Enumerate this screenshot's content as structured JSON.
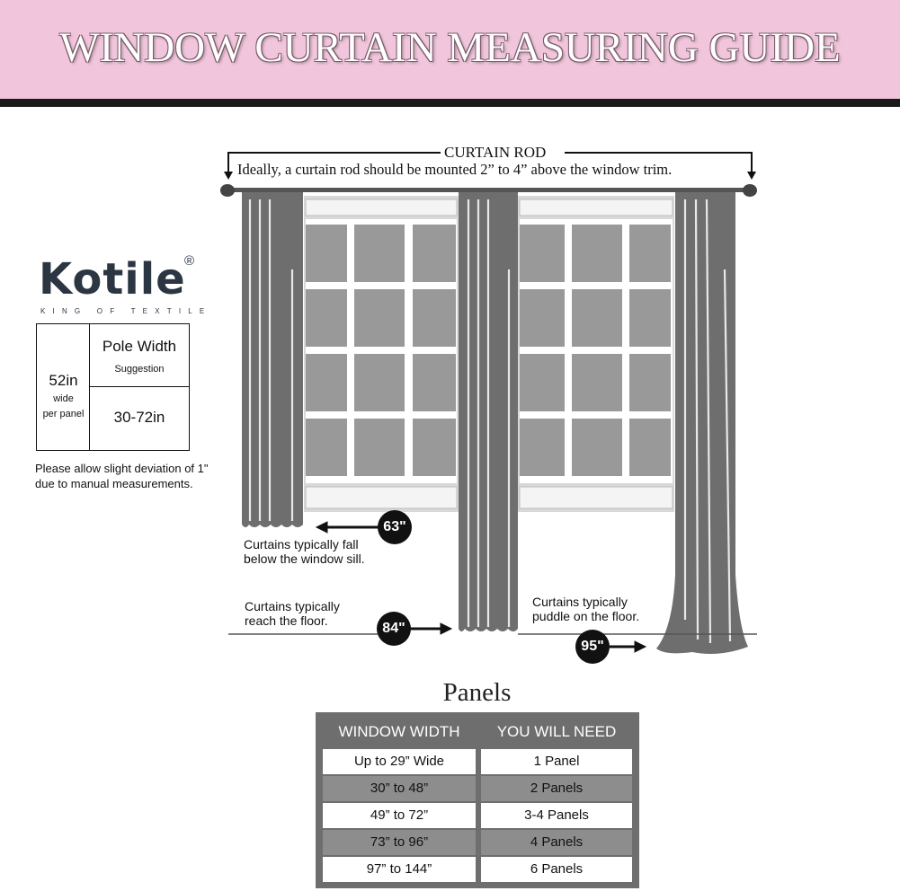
{
  "banner": {
    "title": "WINDOW CURTAIN MEASURING GUIDE"
  },
  "brand": {
    "name": "Kotile",
    "reg": "®",
    "tagline": "KING OF TEXTILE"
  },
  "spec": {
    "width_value": "52in",
    "width_label_1": "wide",
    "width_label_2": "per panel",
    "pole_title": "Pole Width",
    "pole_sub": "Suggestion",
    "pole_value": "30-72in"
  },
  "note": {
    "line1": "Please allow slight deviation of 1\"",
    "line2": "due to manual measurements."
  },
  "rod": {
    "title": "CURTAIN ROD",
    "desc": "Ideally, a curtain rod should be mounted 2” to 4” above the window trim."
  },
  "lengths": [
    {
      "badge": "63\"",
      "line1": "Curtains typically fall",
      "line2": "below the window sill."
    },
    {
      "badge": "84\"",
      "line1": "Curtains typically",
      "line2": "reach the floor."
    },
    {
      "badge": "95\"",
      "line1": "Curtains typically",
      "line2": "puddle on the floor."
    }
  ],
  "panels": {
    "title": "Panels",
    "headers": [
      "WINDOW WIDTH",
      "YOU WILL NEED"
    ],
    "rows": [
      [
        "Up to 29” Wide",
        "1 Panel"
      ],
      [
        "30” to 48”",
        "2 Panels"
      ],
      [
        "49” to 72”",
        "3-4 Panels"
      ],
      [
        "73” to 96”",
        "4 Panels"
      ],
      [
        "97” to 144”",
        "6 Panels"
      ]
    ]
  },
  "colors": {
    "banner": "#f1c6dc",
    "curtain": "#6e6e6e",
    "pane": "#999999",
    "table": "#6e6e6e"
  }
}
